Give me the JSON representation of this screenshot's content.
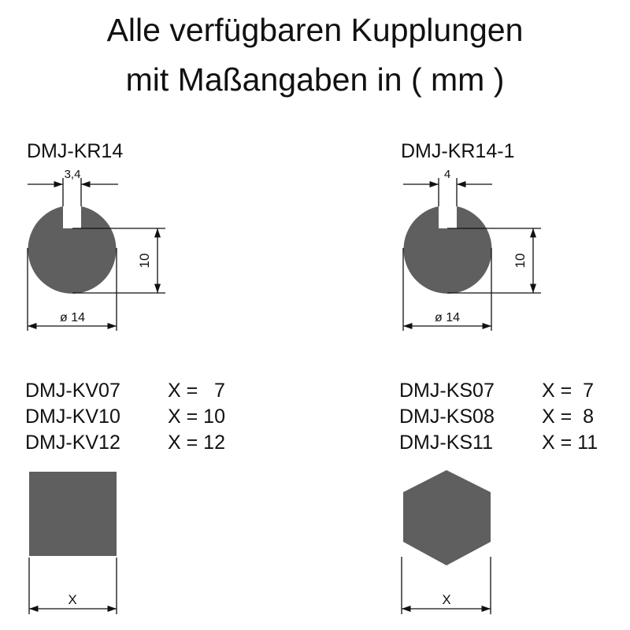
{
  "title": {
    "line1": "Alle verfügbaren Kupplungen",
    "line2": "mit Maßangaben in ( mm )"
  },
  "fill_color": "#5f5f5f",
  "parts": {
    "kr14": {
      "name": "DMJ-KR14",
      "slot_width": "3,4",
      "flat_height": "10",
      "diameter": "ø 14"
    },
    "kr14_1": {
      "name": "DMJ-KR14-1",
      "slot_width": "4",
      "flat_height": "10",
      "diameter": "ø 14"
    },
    "square": {
      "rows": [
        {
          "name": "DMJ-KV07",
          "value": "X =   7"
        },
        {
          "name": "DMJ-KV10",
          "value": "X = 10"
        },
        {
          "name": "DMJ-KV12",
          "value": "X = 12"
        }
      ],
      "dim_label": "X"
    },
    "hex": {
      "rows": [
        {
          "name": "DMJ-KS07",
          "value": "X =  7"
        },
        {
          "name": "DMJ-KS08",
          "value": "X =  8"
        },
        {
          "name": "DMJ-KS11",
          "value": "X = 11"
        }
      ],
      "dim_label": "X"
    }
  }
}
